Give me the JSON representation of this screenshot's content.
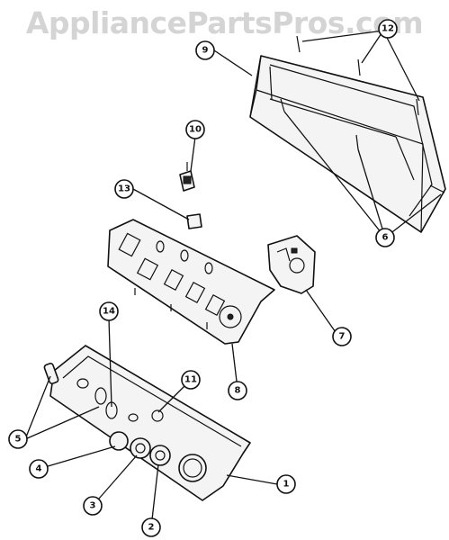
{
  "watermark": "AppliancePartsPros.com",
  "callouts": [
    {
      "id": "label-1",
      "text": "1"
    },
    {
      "id": "label-2",
      "text": "2"
    },
    {
      "id": "label-3",
      "text": "3"
    },
    {
      "id": "label-4",
      "text": "4"
    },
    {
      "id": "label-5",
      "text": "5"
    },
    {
      "id": "label-6",
      "text": "6"
    },
    {
      "id": "label-7",
      "text": "7"
    },
    {
      "id": "label-8",
      "text": "8"
    },
    {
      "id": "label-9",
      "text": "9"
    },
    {
      "id": "label-10",
      "text": "10"
    },
    {
      "id": "label-11",
      "text": "11"
    },
    {
      "id": "label-12",
      "text": "12"
    },
    {
      "id": "label-13",
      "text": "13"
    },
    {
      "id": "label-14",
      "text": "14"
    }
  ]
}
